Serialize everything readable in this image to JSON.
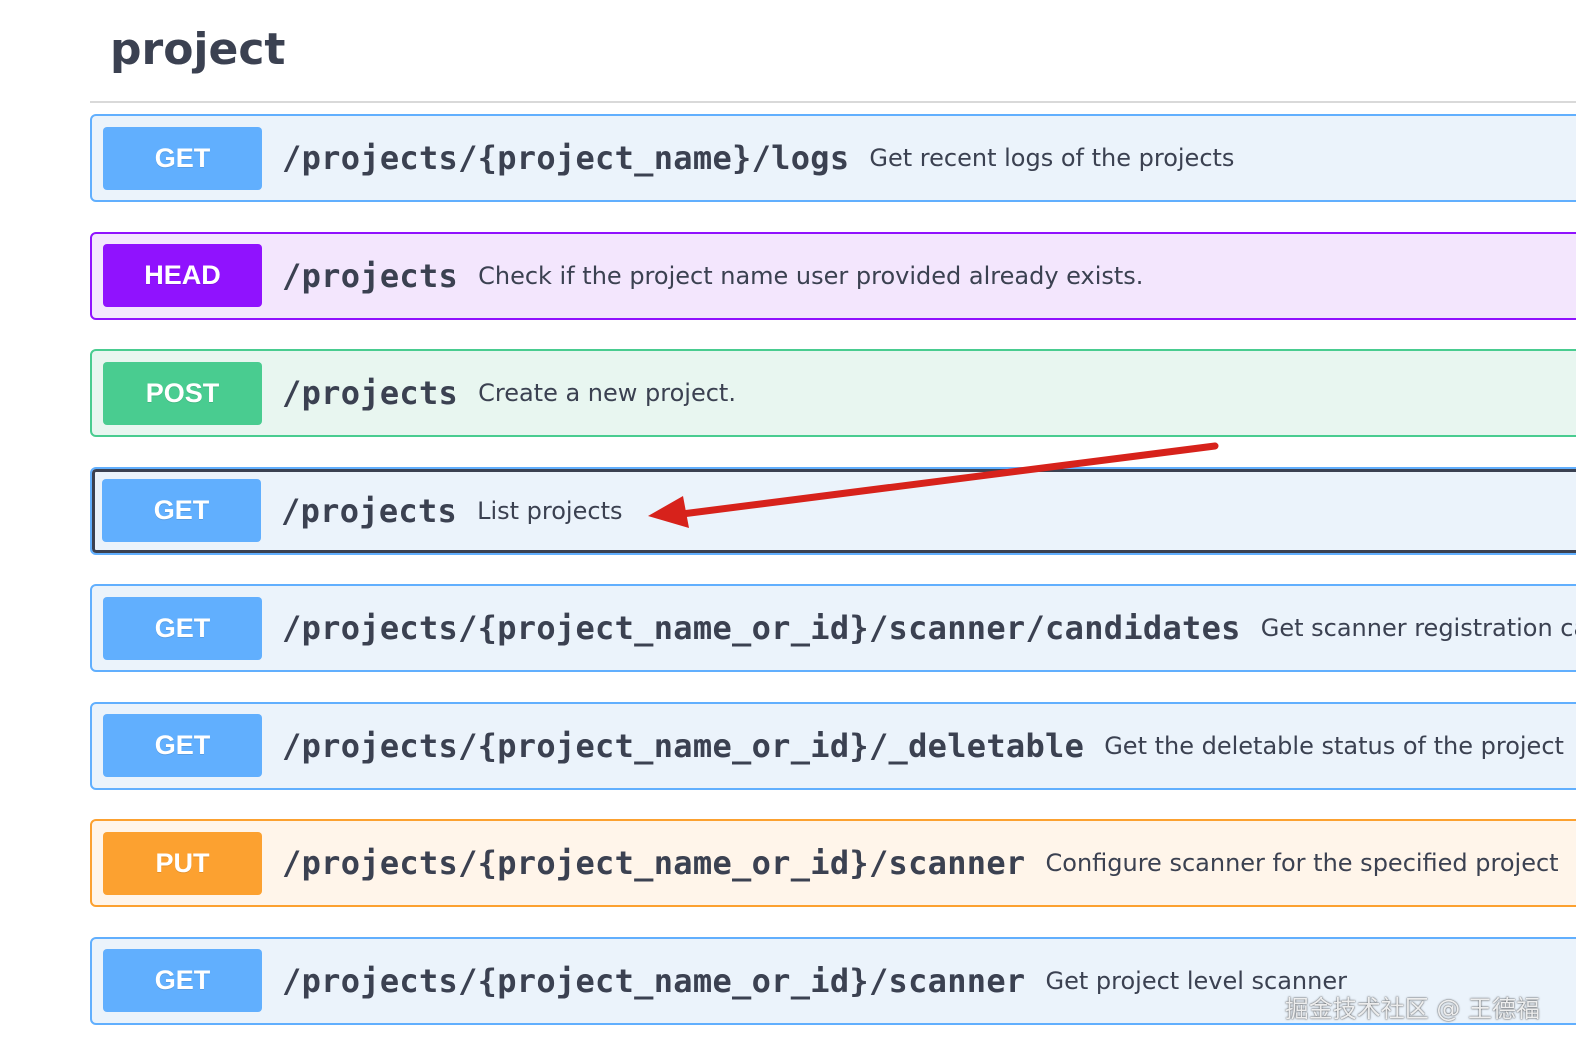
{
  "section": {
    "title": "project"
  },
  "operations": [
    {
      "method": "GET",
      "path": "/projects/{project_name}/logs",
      "summary": "Get recent logs of the projects"
    },
    {
      "method": "HEAD",
      "path": "/projects",
      "summary": "Check if the project name user provided already exists."
    },
    {
      "method": "POST",
      "path": "/projects",
      "summary": "Create a new project."
    },
    {
      "method": "GET",
      "path": "/projects",
      "summary": "List projects"
    },
    {
      "method": "GET",
      "path": "/projects/{project_name_or_id}/scanner/candidates",
      "summary": "Get scanner registration ca"
    },
    {
      "method": "GET",
      "path": "/projects/{project_name_or_id}/_deletable",
      "summary": "Get the deletable status of the project"
    },
    {
      "method": "PUT",
      "path": "/projects/{project_name_or_id}/scanner",
      "summary": "Configure scanner for the specified project"
    },
    {
      "method": "GET",
      "path": "/projects/{project_name_or_id}/scanner",
      "summary": "Get project level scanner"
    }
  ],
  "colors": {
    "get": "#61affe",
    "head": "#9012fe",
    "post": "#49cc90",
    "put": "#fca130",
    "annotation_arrow": "#d7221b",
    "text": "#3b4151"
  },
  "annotation": {
    "icon": "red-arrow-icon"
  },
  "watermark": "掘金技术社区 @ 王德福"
}
